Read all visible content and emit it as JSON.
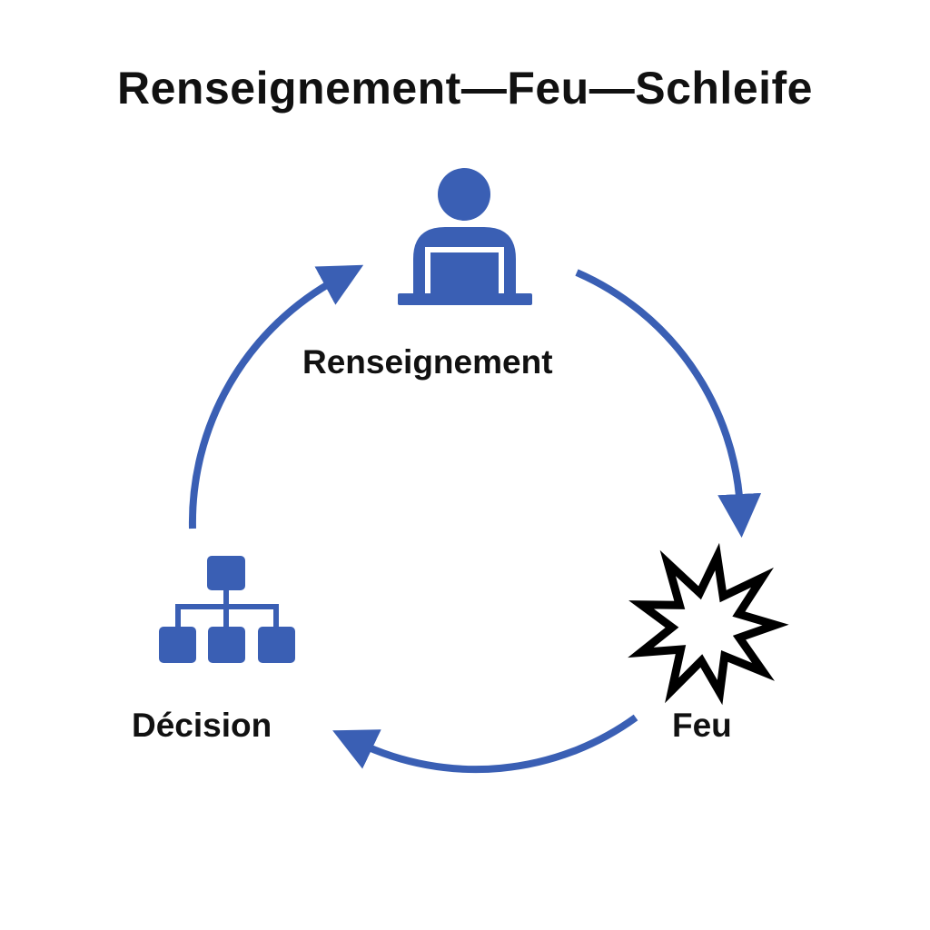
{
  "title": "Renseignement—Feu—Schleife",
  "nodes": [
    {
      "label": "Renseignement",
      "icon": "person-at-laptop-icon"
    },
    {
      "label": "Feu",
      "icon": "explosion-star-icon"
    },
    {
      "label": "Décision",
      "icon": "hierarchy-icon"
    }
  ],
  "colors": {
    "accent": "#3a5fb4",
    "text": "#111111",
    "star": "#000000"
  }
}
